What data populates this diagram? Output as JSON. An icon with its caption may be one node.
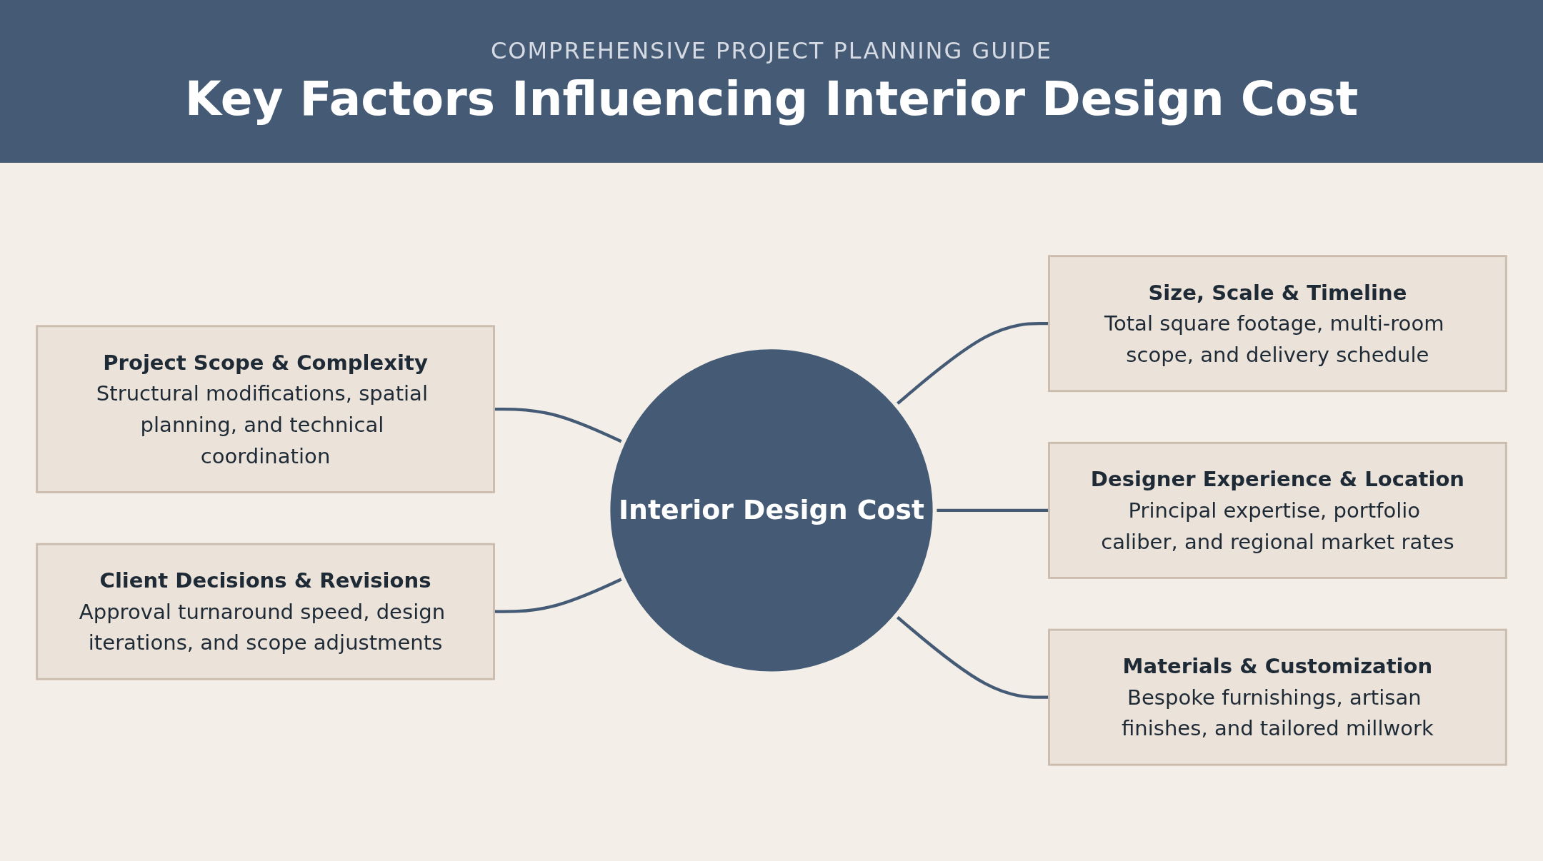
{
  "diagram": {
    "title": "Key Factors Influencing Interior Design Cost",
    "nodes": [
      {
        "text": [
          "Project Scope & Complexity",
          "Structural modifications, spatial planning, and technical coordination"
        ]
      },
      {
        "text": [
          "Size, Scale & Timeline",
          "Total square footage, multi-room scope, and delivery schedule"
        ]
      },
      {
        "text": [
          "Interior Design Cost"
        ]
      },
      {
        "text": [
          "Designer Experience & Location",
          "Principal expertise, portfolio caliber, and regional market rates"
        ]
      },
      {
        "text": [
          "Client Decisions & Revisions",
          "Approval turnaround speed, design iterations, and scope adjustments"
        ]
      },
      {
        "text": [
          "Materials & Customization",
          "Bespoke furnishings, artisan finishes, and tailored millwork"
        ]
      }
    ],
    "edges": [
      {
        "from": 0,
        "to": 2,
        "arrow": "none"
      },
      {
        "from": 2,
        "to": 1,
        "arrow": "none"
      },
      {
        "from": 2,
        "to": 3,
        "arrow": "none"
      },
      {
        "from": 4,
        "to": 2,
        "arrow": "none"
      },
      {
        "from": 2,
        "to": 5,
        "arrow": "none"
      }
    ],
    "labels": [
      "COMPREHENSIVE PROJECT PLANNING GUIDE"
    ]
  }
}
